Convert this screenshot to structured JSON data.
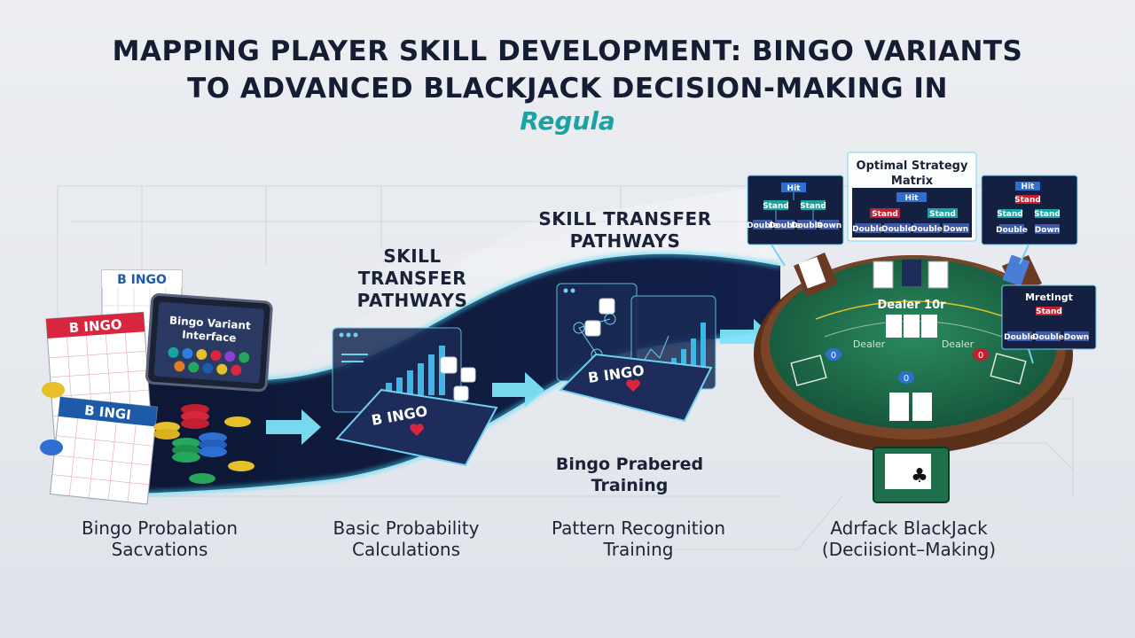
{
  "header": {
    "title_line1": "MAPPING PLAYER SKILL DEVELOPMENT: BINGO VARIANTS",
    "title_line2": "TO ADVANCED BLACKJACK DECISION-MAKING IN",
    "subtitle": "Regula"
  },
  "stages": [
    {
      "label_line1": "Bingo Probalation",
      "label_line2": "Sacvations"
    },
    {
      "label_line1": "Basic Probability",
      "label_line2": "Calculations"
    },
    {
      "label_line1": "Pattern Recognition",
      "label_line2": "Training"
    },
    {
      "label_line1": "Adrfack BlackJack",
      "label_line2": "(Deciisiont–Making)"
    }
  ],
  "pathways": [
    {
      "line1": "SKILL",
      "line2": "TRANSFER",
      "line3": "PATHWAYS"
    },
    {
      "line1": "SKILL TRANSFER",
      "line2": "PATHWAYS"
    }
  ],
  "overlays": {
    "bingo_training_line1": "Bingo Prabered",
    "bingo_training_line2": "Training"
  },
  "bingo_interface": {
    "line1": "Bingo Variant",
    "line2": "Interface"
  },
  "bingo_cards": {
    "word1": "B INGO",
    "word2": "B INGO",
    "word3": "B INGI",
    "screen_word1": "B INGO",
    "screen_word2": "B INGO"
  },
  "strategy_matrix": {
    "title_line1": "Optimal Strategy",
    "title_line2": "Matrix",
    "center_top": "Hit",
    "center_mid_left": "Stand",
    "center_mid_right": "Stand",
    "center_bottom": [
      "Double",
      "Double",
      "Double",
      "Down"
    ]
  },
  "left_panel": {
    "top": "Hit",
    "mid": [
      "Stand",
      "Stand"
    ],
    "bottom": [
      "Double",
      "Double",
      "Double",
      "Down"
    ]
  },
  "right_panel": {
    "top": "Hit",
    "mid1": "Stand",
    "mid2": [
      "Stand",
      "Stand"
    ],
    "bottom": [
      "Double",
      "Down"
    ]
  },
  "right_lower_panel": {
    "title": "Mretlngt",
    "mid": "Stand",
    "bottom": [
      "Double",
      "Double",
      "Down"
    ]
  },
  "table": {
    "dealer_label": "Dealer 10r",
    "arc_text_left": "Dealer",
    "arc_text_right": "Dealer",
    "chip_labels": [
      "0",
      "0",
      "0"
    ]
  },
  "colors": {
    "pathway_dark": "#0f1a3a",
    "glow": "#3fd6f5",
    "felt": "#1f6e4c",
    "table_rim": "#6b3a22",
    "accent_teal": "#1aa3a3",
    "card_red": "#d7263d",
    "card_blue": "#1d5aa8"
  }
}
